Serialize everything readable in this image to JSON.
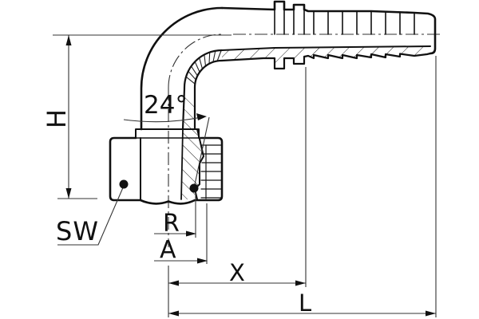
{
  "drawing": {
    "description": "Sectional technical drawing of a 90-degree elbow hose fitting (swivel nut with 24-degree cone seat and barbed hose nipple)",
    "angle_label": "24°",
    "dimension_labels": {
      "height": "H",
      "wrench_size": "SW",
      "radius": "R",
      "cone_dia": "A",
      "cutoff_length": "X",
      "overall_length": "L"
    },
    "colors": {
      "background": "#ffffff",
      "outline": "#111111",
      "thin_line": "#333333"
    }
  }
}
